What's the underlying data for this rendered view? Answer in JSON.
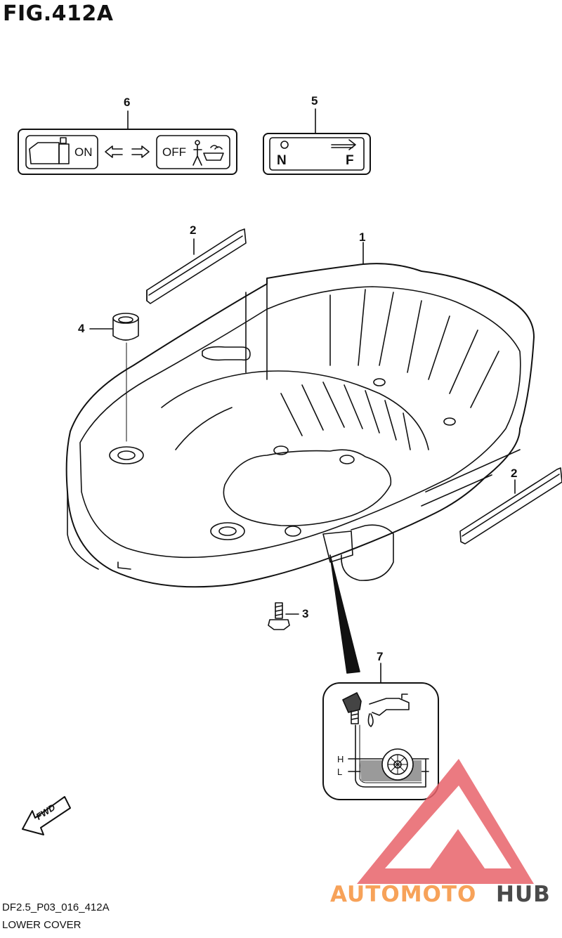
{
  "figure": {
    "title": "FIG.412A",
    "code": "DF2.5_P03_016_412A",
    "caption": "LOWER COVER"
  },
  "callouts": {
    "c1": "1",
    "c2a": "2",
    "c2b": "2",
    "c3": "3",
    "c4": "4",
    "c5": "5",
    "c6": "6",
    "c7": "7"
  },
  "label6": {
    "on": "ON",
    "off": "OFF"
  },
  "label5": {
    "n": "N",
    "f": "F"
  },
  "label7": {
    "h": "H",
    "l": "L"
  },
  "fwd": "FWD",
  "watermark": {
    "part1": "AUTOMOTO",
    "part2": "HUB",
    "color1": "#f7a259",
    "color2": "#4a4a4a",
    "logo_color": "#e8636b"
  }
}
